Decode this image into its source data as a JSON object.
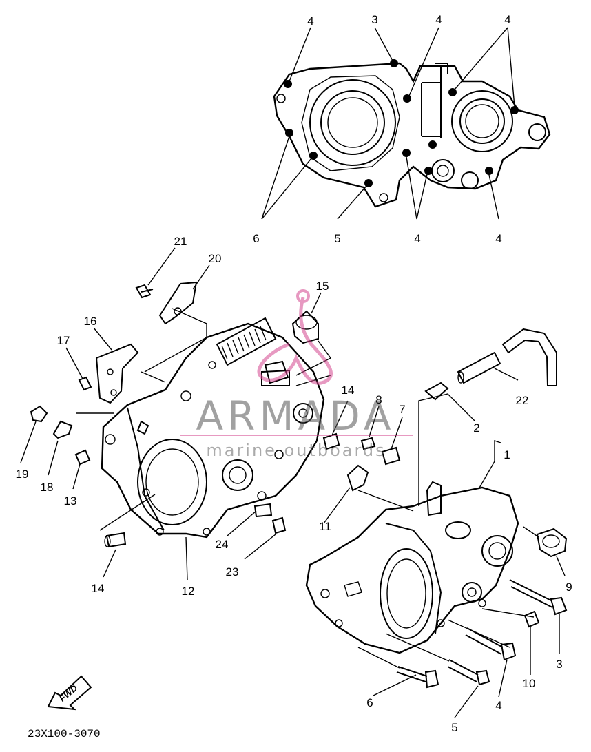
{
  "diagram": {
    "part_code": "23X100-3070",
    "fwd_label": "FWD",
    "watermark": {
      "brand": "ARMADA",
      "tagline": "marine outboards"
    },
    "callouts": {
      "c1": "1",
      "c2": "2",
      "c3a": "3",
      "c3b": "3",
      "c4a": "4",
      "c4b": "4",
      "c4c": "4",
      "c4d": "4",
      "c4e": "4",
      "c4f": "4",
      "c5a": "5",
      "c5b": "5",
      "c6a": "6",
      "c6b": "6",
      "c7": "7",
      "c8": "8",
      "c9": "9",
      "c10": "10",
      "c11": "11",
      "c12": "12",
      "c13": "13",
      "c14a": "14",
      "c14b": "14",
      "c15": "15",
      "c16": "16",
      "c17": "17",
      "c18": "18",
      "c19": "19",
      "c20": "20",
      "c21": "21",
      "c22": "22",
      "c23": "23",
      "c24": "24"
    }
  }
}
